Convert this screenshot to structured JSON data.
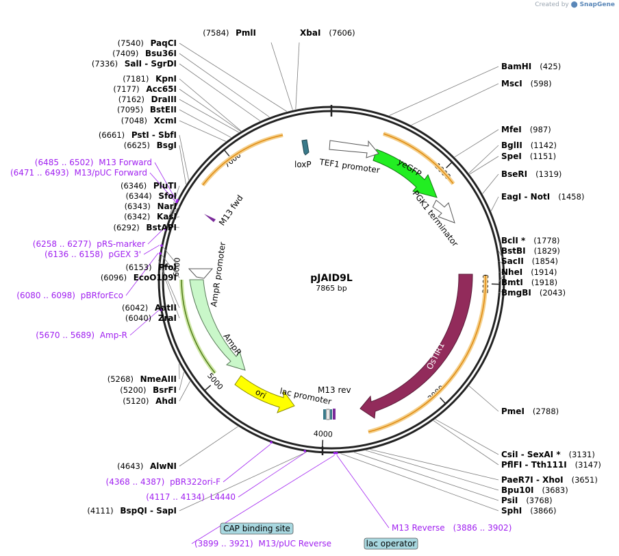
{
  "credit": {
    "prefix": "Created by",
    "brand": "SnapGene"
  },
  "plasmid": {
    "name": "pJAID9L",
    "size_label": "7865 bp",
    "total_bp": 7865
  },
  "colors": {
    "backbone": "#222222",
    "enzyme_text": "#000000",
    "primer": "#a020f0",
    "yeGFP": "#22ee22",
    "OsTIR1": "#922b5b",
    "AmpR": "#c9f7c9",
    "ori": "#ffff00",
    "orf_orange": "#f0a020",
    "orf_green": "#66aa22",
    "loxP": "#3a7a8a",
    "M13fwd": "#7a2a9a",
    "box_bg": "#a8d8e0"
  },
  "ticks": [
    {
      "bp": 1000,
      "label": "1000"
    },
    {
      "bp": 2000,
      "label": "2000"
    },
    {
      "bp": 3000,
      "label": "3000"
    },
    {
      "bp": 4000,
      "label": "4000"
    },
    {
      "bp": 5000,
      "label": "5000"
    },
    {
      "bp": 6000,
      "label": "6000"
    },
    {
      "bp": 7000,
      "label": "7000"
    }
  ],
  "enzymes": [
    {
      "name": "BamHI",
      "pos": "(425)",
      "bp": 425
    },
    {
      "name": "MscI",
      "pos": "(598)",
      "bp": 598
    },
    {
      "name": "MfeI",
      "pos": "(987)",
      "bp": 987
    },
    {
      "name": "BglII",
      "pos": "(1142)",
      "bp": 1142
    },
    {
      "name": "SpeI",
      "pos": "(1151)",
      "bp": 1151
    },
    {
      "name": "BseRI",
      "pos": "(1319)",
      "bp": 1319
    },
    {
      "name": "EagI - NotI",
      "pos": "(1458)",
      "bp": 1458
    },
    {
      "name": "BclI *",
      "pos": "(1778)",
      "bp": 1778
    },
    {
      "name": "BstBI",
      "pos": "(1829)",
      "bp": 1829
    },
    {
      "name": "SacII",
      "pos": "(1854)",
      "bp": 1854
    },
    {
      "name": "NheI",
      "pos": "(1914)",
      "bp": 1914
    },
    {
      "name": "BmtI",
      "pos": "(1918)",
      "bp": 1918
    },
    {
      "name": "BmgBI",
      "pos": "(2043)",
      "bp": 2043
    },
    {
      "name": "PmeI",
      "pos": "(2788)",
      "bp": 2788
    },
    {
      "name": "CsiI - SexAI *",
      "pos": "(3131)",
      "bp": 3131
    },
    {
      "name": "PflFI - Tth111I",
      "pos": "(3147)",
      "bp": 3147
    },
    {
      "name": "PaeR7I - XhoI",
      "pos": "(3651)",
      "bp": 3651
    },
    {
      "name": "Bpu10I",
      "pos": "(3683)",
      "bp": 3683
    },
    {
      "name": "PsiI",
      "pos": "(3768)",
      "bp": 3768
    },
    {
      "name": "SphI",
      "pos": "(3866)",
      "bp": 3866
    },
    {
      "name": "BspQI - SapI",
      "pos": "(4111)",
      "bp": 4111
    },
    {
      "name": "AlwNI",
      "pos": "(4643)",
      "bp": 4643
    },
    {
      "name": "AhdI",
      "pos": "(5120)",
      "bp": 5120
    },
    {
      "name": "BsrFI",
      "pos": "(5200)",
      "bp": 5200
    },
    {
      "name": "NmeAIII",
      "pos": "(5268)",
      "bp": 5268
    },
    {
      "name": "ZraI",
      "pos": "(6040)",
      "bp": 6040
    },
    {
      "name": "AatII",
      "pos": "(6042)",
      "bp": 6042
    },
    {
      "name": "EcoO109I",
      "pos": "(6096)",
      "bp": 6096
    },
    {
      "name": "PfoI",
      "pos": "(6153)",
      "bp": 6153
    },
    {
      "name": "BstAPI",
      "pos": "(6292)",
      "bp": 6292
    },
    {
      "name": "KasI",
      "pos": "(6342)",
      "bp": 6342
    },
    {
      "name": "NarI",
      "pos": "(6343)",
      "bp": 6343
    },
    {
      "name": "SfoI",
      "pos": "(6344)",
      "bp": 6344
    },
    {
      "name": "PluTI",
      "pos": "(6346)",
      "bp": 6346
    },
    {
      "name": "BsgI",
      "pos": "(6625)",
      "bp": 6625
    },
    {
      "name": "PstI - SbfI",
      "pos": "(6661)",
      "bp": 6661
    },
    {
      "name": "XcmI",
      "pos": "(7048)",
      "bp": 7048
    },
    {
      "name": "BstEII",
      "pos": "(7095)",
      "bp": 7095
    },
    {
      "name": "DraIII",
      "pos": "(7162)",
      "bp": 7162
    },
    {
      "name": "Acc65I",
      "pos": "(7177)",
      "bp": 7177
    },
    {
      "name": "KpnI",
      "pos": "(7181)",
      "bp": 7181
    },
    {
      "name": "SalI - SgrDI",
      "pos": "(7336)",
      "bp": 7336
    },
    {
      "name": "Bsu36I",
      "pos": "(7409)",
      "bp": 7409
    },
    {
      "name": "PaqCI",
      "pos": "(7540)",
      "bp": 7540
    },
    {
      "name": "PmlI",
      "pos": "(7584)",
      "bp": 7584
    },
    {
      "name": "XbaI",
      "pos": "(7606)",
      "bp": 7606
    }
  ],
  "primers": [
    {
      "name": "M13 Reverse",
      "pos": "(3886 .. 3902)",
      "bp": 3894
    },
    {
      "name": "M13/pUC Reverse",
      "pos": "(3899 .. 3921)",
      "bp": 3910
    },
    {
      "name": "L4440",
      "pos": "(4117 .. 4134)",
      "bp": 4125
    },
    {
      "name": "pBR322ori-F",
      "pos": "(4368 .. 4387)",
      "bp": 4377
    },
    {
      "name": "Amp-R",
      "pos": "(5670 .. 5689)",
      "bp": 5680
    },
    {
      "name": "pBRforEco",
      "pos": "(6080 .. 6098)",
      "bp": 6089
    },
    {
      "name": "pGEX 3'",
      "pos": "(6136 .. 6158)",
      "bp": 6147
    },
    {
      "name": "pRS-marker",
      "pos": "(6258 .. 6277)",
      "bp": 6268
    },
    {
      "name": "M13/pUC Forward",
      "pos": "(6471 .. 6493)",
      "bp": 6482
    },
    {
      "name": "M13 Forward",
      "pos": "(6485 .. 6502)",
      "bp": 6494
    }
  ],
  "features": [
    {
      "name": "loxP"
    },
    {
      "name": "TEF1 promoter"
    },
    {
      "name": "yeGFP"
    },
    {
      "name": "PGK1 terminator"
    },
    {
      "name": "OsTIR1"
    },
    {
      "name": "AmpR promoter"
    },
    {
      "name": "AmpR"
    },
    {
      "name": "ori"
    },
    {
      "name": "lac promoter"
    },
    {
      "name": "M13 rev"
    },
    {
      "name": "M13 fwd"
    }
  ],
  "boxes": [
    {
      "name": "CAP binding site"
    },
    {
      "name": "lac operator"
    }
  ]
}
